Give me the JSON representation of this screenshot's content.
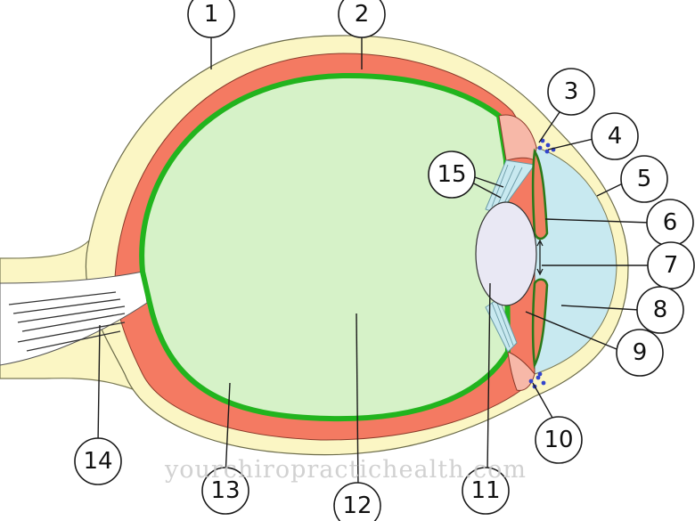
{
  "labels": {
    "l1": "1",
    "l2": "2",
    "l3": "3",
    "l4": "4",
    "l5": "5",
    "l6": "6",
    "l7": "7",
    "l8": "8",
    "l9": "9",
    "l10": "10",
    "l11": "11",
    "l12": "12",
    "l13": "13",
    "l14": "14",
    "l15": "15"
  },
  "watermark": "yourchiropractichealth.com",
  "colors": {
    "sclera": "#fbf6c4",
    "choroid": "#f47a62",
    "retina": "#22b41e",
    "vitreous": "#d6f2c8",
    "aqueous": "#c8e9f0",
    "lens": "#e9e8f4",
    "iris": "#f08060",
    "ciliary": "#f7b8a8",
    "nerve": "#ffffff"
  }
}
